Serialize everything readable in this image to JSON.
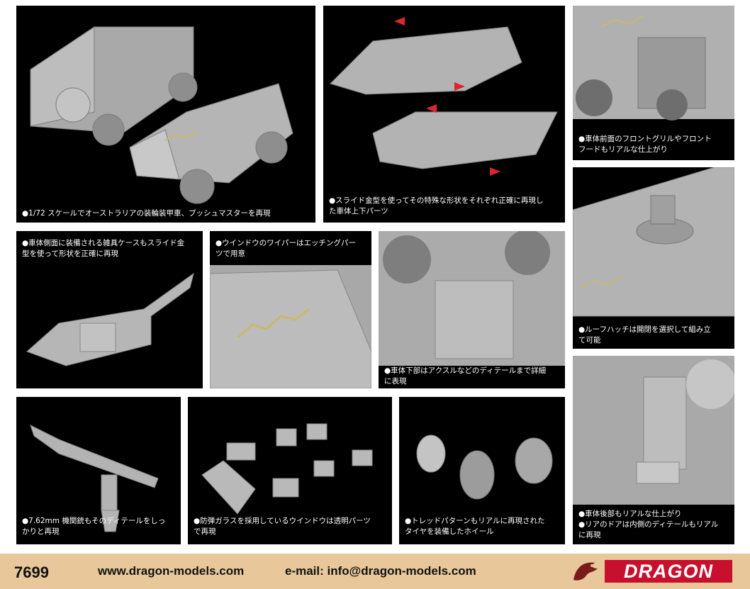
{
  "panels": [
    {
      "id": "p1",
      "caption": [
        "●1/72 スケールでオーストラリアの装輪装甲車、ブッシュマスターを再現"
      ]
    },
    {
      "id": "p2",
      "caption": [
        "●スライド金型を使ってその特殊な形状をそれぞれ正確に再現し",
        "た車体上下パーツ"
      ]
    },
    {
      "id": "p3",
      "caption": [
        "●車体前面のフロントグリルやフロント",
        "フードもリアルな仕上がり"
      ]
    },
    {
      "id": "p4",
      "caption": [
        "●車体側面に装備される雑具ケースもスライド金",
        "型を使って形状を正確に再現"
      ]
    },
    {
      "id": "p5",
      "caption": [
        "●ウインドウのワイパーはエッチングパー",
        "ツで用意"
      ]
    },
    {
      "id": "p6",
      "caption": [
        "●車体下部はアクスルなどのディテールまで詳細",
        "に表現"
      ]
    },
    {
      "id": "p7",
      "caption": [
        "●ルーフハッチは開閉を選択して組み立",
        "て可能"
      ]
    },
    {
      "id": "p8",
      "caption": [
        "●7.62mm 機関銃もそのディテールをしっ",
        "かりと再現"
      ]
    },
    {
      "id": "p9",
      "caption": [
        "●防弾ガラスを採用しているウインドウは透明パーツ",
        "で再現"
      ]
    },
    {
      "id": "p10",
      "caption": [
        "●トレッドパターンもリアルに再現された",
        "タイヤを装備したホイール"
      ]
    },
    {
      "id": "p11",
      "caption": [
        "●車体後部もリアルな仕上がり",
        "●リアのドアは内側のディテールもリアル",
        "に再現"
      ]
    }
  ],
  "footer": {
    "item_number": "7699",
    "website": "www.dragon-models.com",
    "email": "e-mail: info@dragon-models.com",
    "brand": "DRAGON"
  },
  "colors": {
    "background": "#ffffff",
    "panel": "#000000",
    "footer": "#e8c79a",
    "brand_red": "#c8102e"
  }
}
